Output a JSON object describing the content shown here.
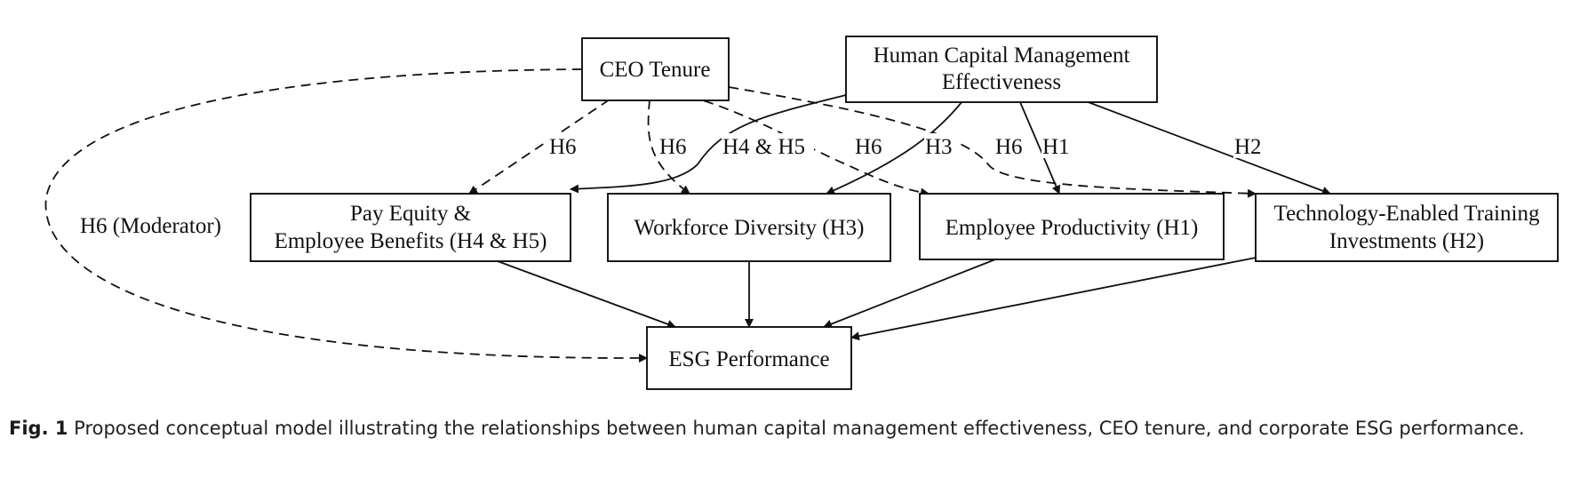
{
  "diagram": {
    "nodes": {
      "ceo_tenure": {
        "lines": [
          "CEO Tenure"
        ]
      },
      "hcm": {
        "lines": [
          "Human Capital Management",
          "Effectiveness"
        ]
      },
      "pay_equity": {
        "lines": [
          "Pay Equity &",
          "Employee Benefits (H4 & H5)"
        ]
      },
      "workforce": {
        "lines": [
          "Workforce Diversity (H3)"
        ]
      },
      "productivity": {
        "lines": [
          "Employee Productivity (H1)"
        ]
      },
      "training": {
        "lines": [
          "Technology-Enabled Training",
          "Investments (H2)"
        ]
      },
      "esg": {
        "lines": [
          "ESG Performance"
        ]
      }
    },
    "edges": [
      {
        "id": "ceo-pay",
        "from": "CEO Tenure",
        "to": "Pay Equity & Employee Benefits (H4 & H5)",
        "label": "H6",
        "style": "dashed"
      },
      {
        "id": "ceo-workforce",
        "from": "CEO Tenure",
        "to": "Workforce Diversity (H3)",
        "label": "H6",
        "style": "dashed"
      },
      {
        "id": "ceo-productivity",
        "from": "CEO Tenure",
        "to": "Employee Productivity (H1)",
        "label": "H6",
        "style": "dashed"
      },
      {
        "id": "ceo-training",
        "from": "CEO Tenure",
        "to": "Technology-Enabled Training Investments (H2)",
        "label": "H6",
        "style": "dashed"
      },
      {
        "id": "ceo-esg",
        "from": "CEO Tenure",
        "to": "ESG Performance",
        "label": "H6 (Moderator)",
        "style": "dashed"
      },
      {
        "id": "hcm-pay",
        "from": "Human Capital Management Effectiveness",
        "to": "Pay Equity & Employee Benefits (H4 & H5)",
        "label": "H4 & H5",
        "style": "solid"
      },
      {
        "id": "hcm-workforce",
        "from": "Human Capital Management Effectiveness",
        "to": "Workforce Diversity (H3)",
        "label": "H3",
        "style": "solid"
      },
      {
        "id": "hcm-productivity",
        "from": "Human Capital Management Effectiveness",
        "to": "Employee Productivity (H1)",
        "label": "H1",
        "style": "solid"
      },
      {
        "id": "hcm-training",
        "from": "Human Capital Management Effectiveness",
        "to": "Technology-Enabled Training Investments (H2)",
        "label": "H2",
        "style": "solid"
      },
      {
        "id": "pay-esg",
        "from": "Pay Equity & Employee Benefits (H4 & H5)",
        "to": "ESG Performance",
        "label": "",
        "style": "solid"
      },
      {
        "id": "workforce-esg",
        "from": "Workforce Diversity (H3)",
        "to": "ESG Performance",
        "label": "",
        "style": "solid"
      },
      {
        "id": "productivity-esg",
        "from": "Employee Productivity (H1)",
        "to": "ESG Performance",
        "label": "",
        "style": "solid"
      },
      {
        "id": "training-esg",
        "from": "Technology-Enabled Training Investments (H2)",
        "to": "ESG Performance",
        "label": "",
        "style": "solid"
      }
    ]
  },
  "caption": {
    "label": "Fig. 1",
    "text": " Proposed conceptual model illustrating the relationships between human capital management effectiveness, CEO tenure, and corporate ESG performance."
  }
}
